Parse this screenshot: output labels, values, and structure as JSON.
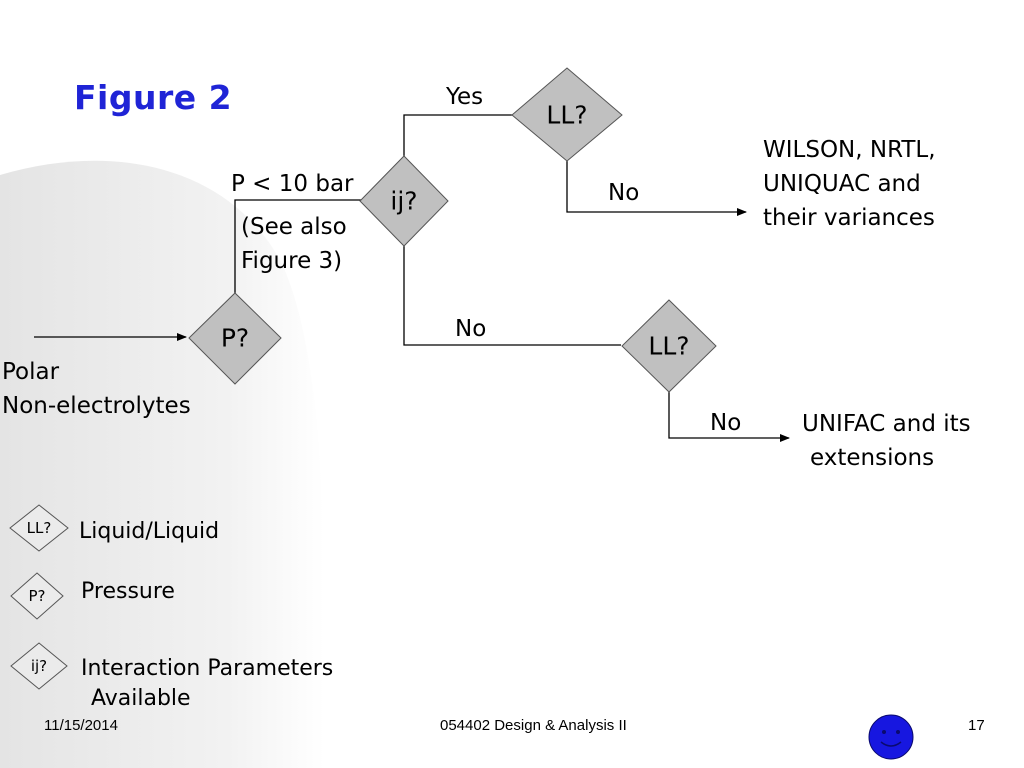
{
  "title": "Figure 2",
  "nodes": {
    "p": "P?",
    "ij": "ij?",
    "ll_top": "LL?",
    "ll_bottom": "LL?"
  },
  "edges": {
    "p_lt_10_bar": "P < 10 bar",
    "see_also_1": "(See also",
    "see_also_2": "Figure 3)",
    "yes": "Yes",
    "no_ll_top": "No",
    "no_ij": "No",
    "no_ll_bottom": "No"
  },
  "input": {
    "line1": "Polar",
    "line2": "Non-electrolytes"
  },
  "outputs": {
    "wilson": [
      "WILSON, NRTL,",
      "UNIQUAC and",
      "their variances"
    ],
    "unifac": [
      "UNIFAC and its",
      "extensions"
    ]
  },
  "legend": [
    {
      "symbol": "LL?",
      "text": "Liquid/Liquid"
    },
    {
      "symbol": "P?",
      "text": "Pressure"
    },
    {
      "symbol": "ij?",
      "text": "Interaction Parameters",
      "text2": "Available"
    }
  ],
  "footer": {
    "date": "11/15/2014",
    "course": "054402 Design & Analysis II",
    "page": "17"
  },
  "colors": {
    "title": "#1f24d6",
    "diamond_fill": "#c0c0c0",
    "legend_fill": "#ebebeb",
    "background_swoosh": "#e8e8e8",
    "logo": "#1717e0"
  }
}
